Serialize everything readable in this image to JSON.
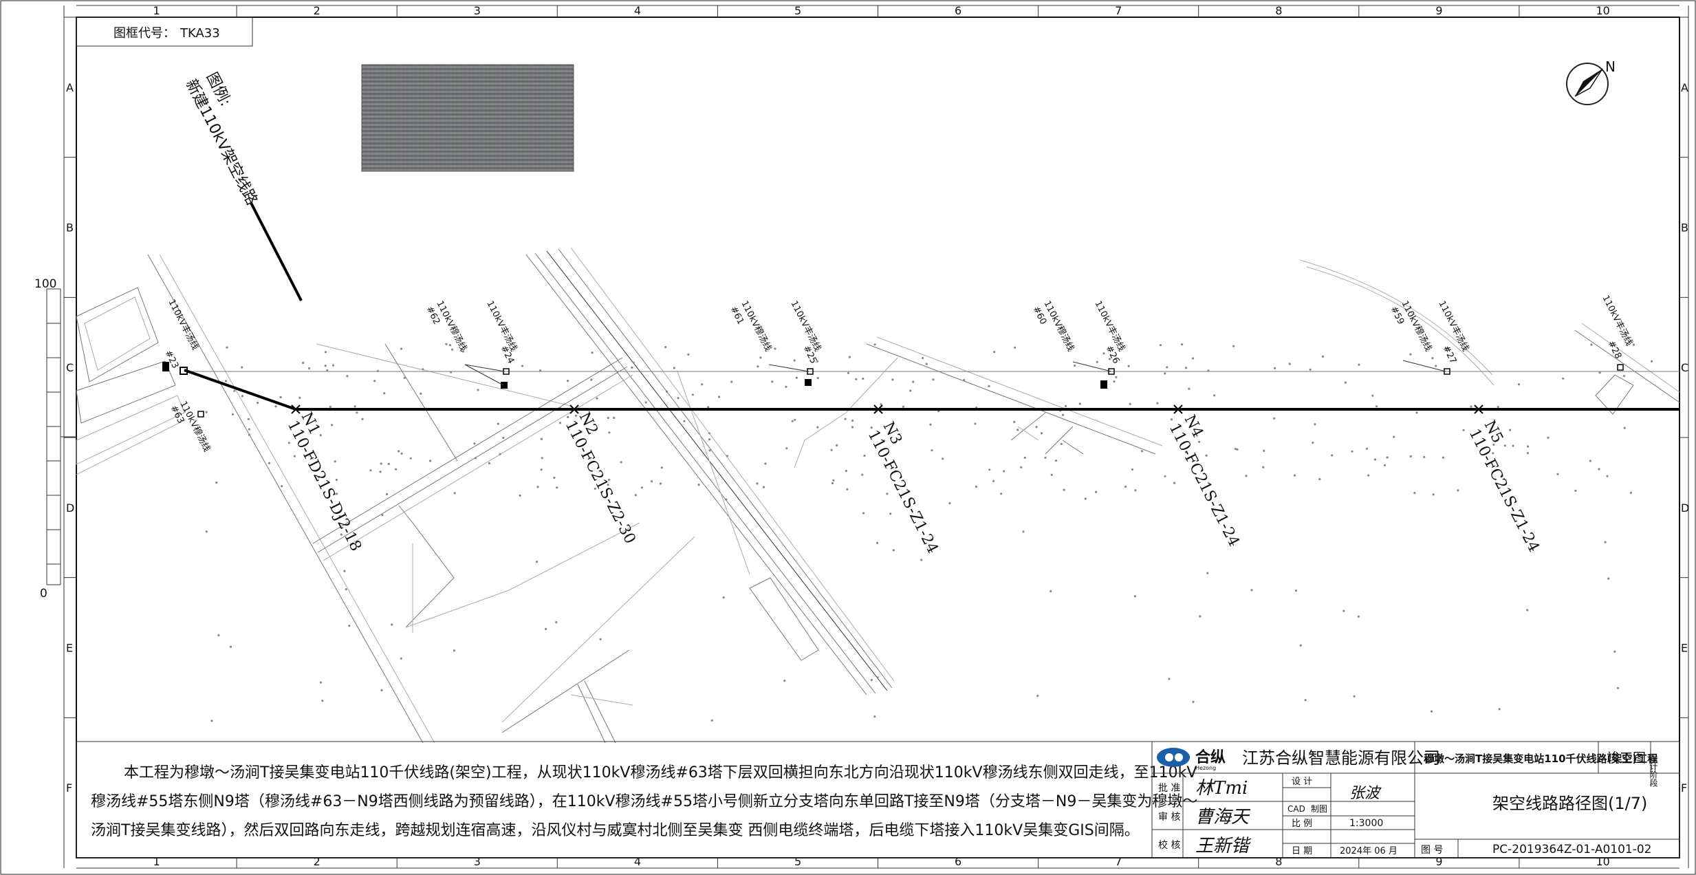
{
  "frame_code": {
    "label": "图框代号：",
    "value": "TKA33"
  },
  "grid": {
    "columns": [
      "1",
      "2",
      "3",
      "4",
      "5",
      "6",
      "7",
      "8",
      "9",
      "10"
    ],
    "rows": [
      "A",
      "B",
      "C",
      "D",
      "E",
      "F"
    ],
    "scale_marks": [
      "100",
      "0"
    ]
  },
  "legend": {
    "title": "图例:",
    "item": "新建110kV架空线路"
  },
  "north_label": "N",
  "towers": [
    {
      "id": "N1",
      "spec": "110-FD21S-DJ2-18"
    },
    {
      "id": "N2",
      "spec": "110-FC21S-Z2-30"
    },
    {
      "id": "N3",
      "spec": "110-FC21S-Z1-24"
    },
    {
      "id": "N4",
      "spec": "110-FC21S-Z1-24"
    },
    {
      "id": "N5",
      "spec": "110-FC21S-Z1-24"
    }
  ],
  "existing_labels": {
    "line_a": "110kV穆汤线",
    "line_b": "110kV丰汤线",
    "tower_numbers": [
      "#63",
      "#23",
      "#62",
      "#24",
      "#61",
      "#25",
      "#60",
      "#26",
      "#59",
      "#27",
      "#28"
    ]
  },
  "note": {
    "line1": "本工程为穆墩～汤涧T接吴集变电站110千伏线路(架空)工程，从现状110kV穆汤线#63塔下层双回横担向东北方向沿现状110kV穆汤线东侧双回走线，至110kV",
    "line2": "穆汤线#55塔东侧N9塔（穆汤线#63－N9塔西侧线路为预留线路），在110kV穆汤线#55塔小号侧新立分支塔向东单回路T接至N9塔（分支塔－N9－吴集变为穆墩～",
    "line3": "汤涧T接吴集变线路），然后双回路向东走线，跨越规划连宿高速，沿风仪村与威寞村北侧至吴集变  西侧电缆终端塔，后电缆下塔接入110kV吴集变GIS间隔。"
  },
  "title_block": {
    "company": "江苏合纵智慧能源有限公司",
    "logo_text": "合纵",
    "logo_sub": "Hezong",
    "project": "穆墩～汤涧T接吴集变电站110千伏线路(架空)工程",
    "stage": "竣工图",
    "stage_label": "设计阶段",
    "drawing_title": "架空线路路径图(1/7)",
    "drawing_no_label": "图 号",
    "drawing_no": "PC-2019364Z-01-A0101-02",
    "rows": [
      {
        "role": "批  准",
        "sign": "林Tmi"
      },
      {
        "role": "审  核",
        "sign": "曹海天"
      },
      {
        "role": "校  核",
        "sign": "王新锴"
      }
    ],
    "design_label": "设  计",
    "design_sign": "张波",
    "cad_label": "CAD",
    "cad_value": "制图",
    "scale_label": "比  例",
    "scale_value": "1:3000",
    "date_label": "日  期",
    "date_value": "2024年 06 月"
  }
}
